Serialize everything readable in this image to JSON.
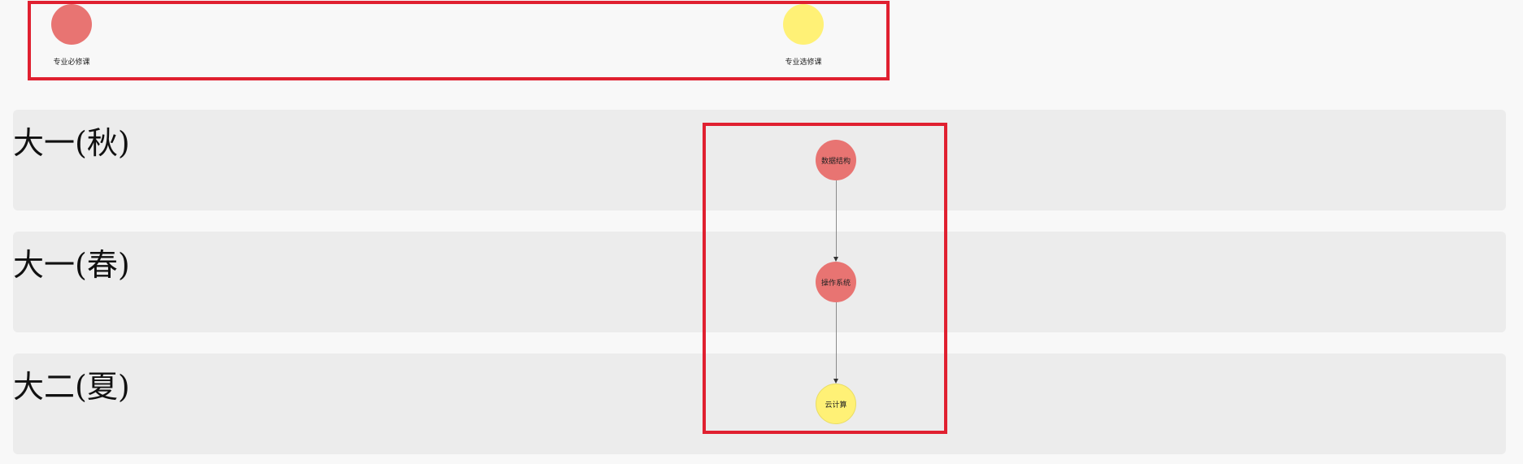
{
  "legend": {
    "items": [
      {
        "label": "专业必修课",
        "color": "#e87472"
      },
      {
        "label": "专业选修课",
        "color": "#fff176"
      }
    ]
  },
  "terms": [
    {
      "label": "大一(秋)"
    },
    {
      "label": "大一(春)"
    },
    {
      "label": "大二(夏)"
    }
  ],
  "courses": [
    {
      "label": "数据结构",
      "type": "专业必修课",
      "color": "#e87472"
    },
    {
      "label": "操作系统",
      "type": "专业必修课",
      "color": "#e87472"
    },
    {
      "label": "云计算",
      "type": "专业选修课",
      "color": "#fff176"
    }
  ],
  "edges": [
    {
      "from": "数据结构",
      "to": "操作系统"
    },
    {
      "from": "操作系统",
      "to": "云计算"
    }
  ]
}
